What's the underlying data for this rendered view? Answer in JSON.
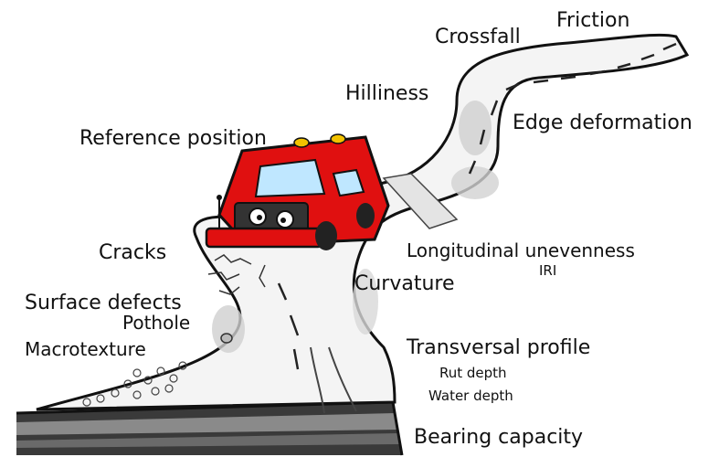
{
  "labels": {
    "friction": "Friction",
    "crossfall": "Crossfall",
    "hilliness": "Hilliness",
    "edge_deformation": "Edge deformation",
    "reference_position": "Reference position",
    "longitudinal_unevenness": "Longitudinal unevenness",
    "iri": "IRI",
    "cracks": "Cracks",
    "curvature": "Curvature",
    "surface_defects": "Surface defects",
    "pothole": "Pothole",
    "macrotexture": "Macrotexture",
    "transversal_profile": "Transversal profile",
    "rut_depth": "Rut depth",
    "water_depth": "Water depth",
    "bearing_capacity": "Bearing capacity"
  },
  "colors": {
    "vehicle": "#e01010",
    "beacon": "#f2c200",
    "road": "#f4f4f4",
    "shading": "#c8c8c8",
    "ground_dark": "#3a3a3a"
  },
  "icons": {
    "vehicle": "measurement-van-icon",
    "road": "winding-road-illustration"
  }
}
